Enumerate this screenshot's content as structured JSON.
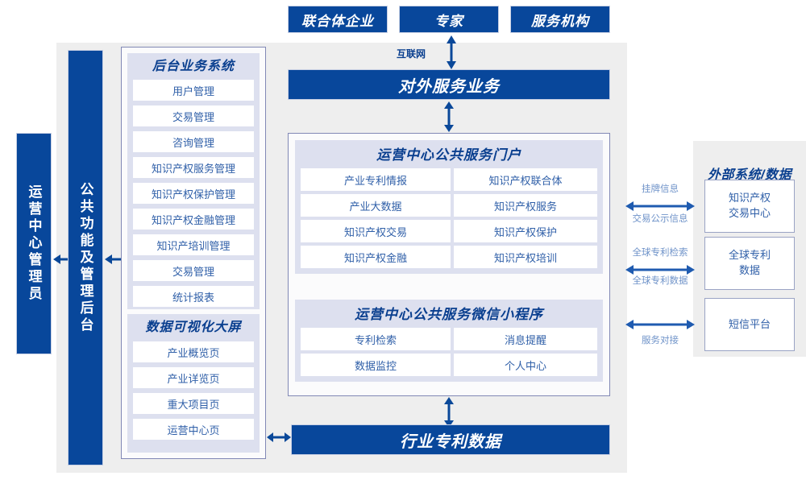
{
  "diagram": {
    "title_hidden": "",
    "colors": {
      "brand_blue": "#08479b",
      "panel_gray": "#eeeeee",
      "group_lavender": "#dde0ef",
      "text_blue": "#2f5fa8",
      "label_blue": "#6f93c9"
    }
  },
  "top_actors": [
    {
      "label": "联合体企业"
    },
    {
      "label": "专家"
    },
    {
      "label": "服务机构"
    }
  ],
  "network": {
    "label": "互联网"
  },
  "external_service_bar": {
    "label": "对外服务业务"
  },
  "industry_data_bar": {
    "label": "行业专利数据"
  },
  "left_actor": {
    "label": "运营中心管理员"
  },
  "common_backend": {
    "label": "公共功能及管理后台"
  },
  "backend_system": {
    "title": "后台业务系统",
    "items": [
      "用户管理",
      "交易管理",
      "咨询管理",
      "知识产权服务管理",
      "知识产权保护管理",
      "知识产权金融管理",
      "知识产培训管理",
      "交易管理",
      "统计报表"
    ]
  },
  "data_visual": {
    "title": "数据可视化大屏",
    "items": [
      "产业概览页",
      "产业详览页",
      "重大项目页",
      "运营中心页"
    ]
  },
  "portal": {
    "title": "运营中心公共服务门户",
    "items": [
      "产业专利情报",
      "知识产权联合体",
      "产业大数据",
      "知识产权服务",
      "知识产权交易",
      "知识产权保护",
      "知识产权金融",
      "知识产权培训"
    ]
  },
  "miniprogram": {
    "title": "运营中心公共服务微信小程序",
    "items": [
      "专利检索",
      "消息提醒",
      "数据监控",
      "个人中心"
    ]
  },
  "external": {
    "title": "外部系统/数据",
    "boxes": [
      {
        "label": "知识产权\n交易中心"
      },
      {
        "label": "全球专利\n数据"
      },
      {
        "label": "短信平台"
      }
    ],
    "connections": [
      {
        "above": "挂牌信息",
        "below": "交易公示信息"
      },
      {
        "above": "全球专利检索",
        "below": "全球专利数据"
      },
      {
        "above": "",
        "below": "服务对接"
      }
    ]
  }
}
